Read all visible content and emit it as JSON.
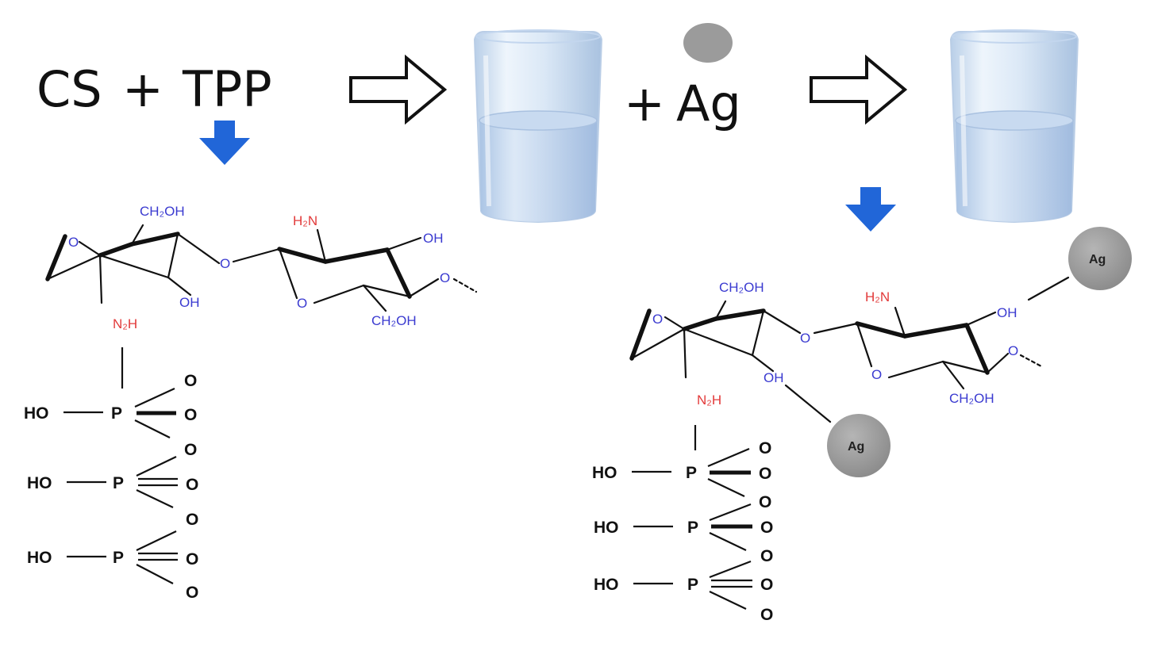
{
  "reaction": {
    "reactant1": "CS",
    "plus1": "+",
    "reactant2": "TPP",
    "plus2": "+",
    "metal": "Ag"
  },
  "structure_left": {
    "ch2oh_top": "CH₂OH",
    "oh_mid": "OH",
    "ring_o1": "O",
    "ring_o2": "O",
    "bridge_o": "O",
    "h2n": "H₂N",
    "oh_right": "OH",
    "o_tail": "O",
    "ch2oh_bottom": "CH₂OH",
    "n2h": "N₂H"
  },
  "structure_right": {
    "ch2oh_top": "CH₂OH",
    "oh_mid": "OH",
    "ring_o1": "O",
    "ring_o2": "O",
    "bridge_o": "O",
    "h2n": "H₂N",
    "oh_right": "OH",
    "o_tail": "O",
    "ch2oh_bottom": "CH₂OH",
    "n2h": "N₂H",
    "ag_top": "Ag",
    "ag_bottom": "Ag"
  },
  "phosphate": {
    "ho": "HO",
    "p": "P",
    "o": "O"
  },
  "colors": {
    "blue_arrow": "#2166d8",
    "sugar_label": "#3a3ad0",
    "amine_label": "#e23a3a",
    "ag_particle": "#9b9b9b",
    "beaker": "#cfe0f3"
  }
}
